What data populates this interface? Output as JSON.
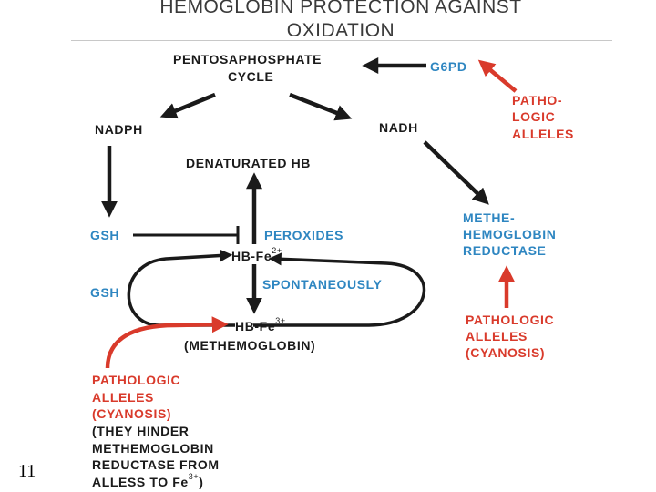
{
  "title": {
    "line1": "HEMOGLOBIN PROTECTION AGAINST",
    "line2": "OXIDATION"
  },
  "nodes": {
    "pentose_line1": "PENTOSAPHOSPHATE",
    "pentose_line2": "CYCLE",
    "g6pd": "G6PD",
    "patho_top_line1": "PATHO-",
    "patho_top_line2": "LOGIC",
    "patho_top_line3": "ALLELES",
    "nadph": "NADPH",
    "nadh": "NADH",
    "denaturated": "DENATURATED HB",
    "gsh_top": "GSH",
    "peroxides": "PEROXIDES",
    "hb_fe2_base": "HB-Fe",
    "hb_fe2_sup": "2+",
    "gsh_bottom": "GSH",
    "spontaneously": "SPONTANEOUSLY",
    "hb_fe3_base": "HB-Fe",
    "hb_fe3_sup": "3+",
    "methemoglobin": "(METHEMOGLOBIN)",
    "reductase_line1": "METHE-",
    "reductase_line2": "HEMOGLOBIN",
    "reductase_line3": "REDUCTASE",
    "patho_right_line1": "PATHOLOGIC",
    "patho_right_line2": "ALLELES",
    "patho_right_line3": "(CYANOSIS)",
    "patho_left_line1": "PATHOLOGIC",
    "patho_left_line2": "ALLELES",
    "patho_left_line3": "(CYANOSIS)",
    "hinder_line1": "(THEY HINDER",
    "hinder_line2": "METHEMOGLOBIN",
    "hinder_line3": "REDUCTASE FROM",
    "hinder_line4_base": "ALLESS TO Fe",
    "hinder_line4_sup": "3+",
    "hinder_line4_end": ")"
  },
  "page_number": "11",
  "colors": {
    "black": "#1a1a1a",
    "blue": "#2e86c1",
    "red": "#d93a2b"
  }
}
